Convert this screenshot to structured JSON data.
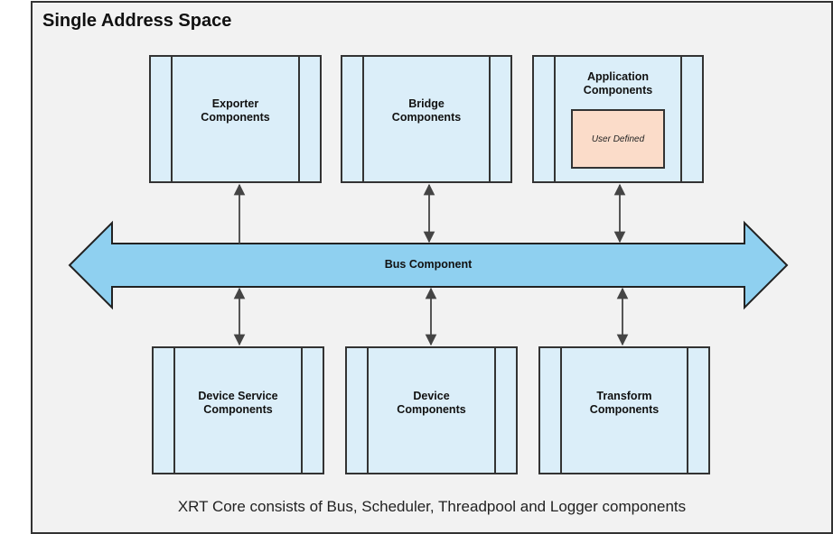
{
  "title": "Single Address Space",
  "bus": {
    "label": "Bus Component"
  },
  "components_top": [
    {
      "line1": "Exporter",
      "line2": "Components"
    },
    {
      "line1": "Bridge",
      "line2": "Components"
    },
    {
      "line1": "Application",
      "line2": "Components",
      "inner": "User Defined"
    }
  ],
  "components_bottom": [
    {
      "line1": "Device Service",
      "line2": "Components"
    },
    {
      "line1": "Device",
      "line2": "Components"
    },
    {
      "line1": "Transform",
      "line2": "Components"
    }
  ],
  "caption": "XRT Core consists of Bus, Scheduler, Threadpool and Logger components",
  "colors": {
    "component_fill": "#dbeef9",
    "bus_fill": "#8fd0f0",
    "user_defined_fill": "#fbdcc9",
    "background": "#f2f2f2",
    "stroke": "#333333"
  }
}
